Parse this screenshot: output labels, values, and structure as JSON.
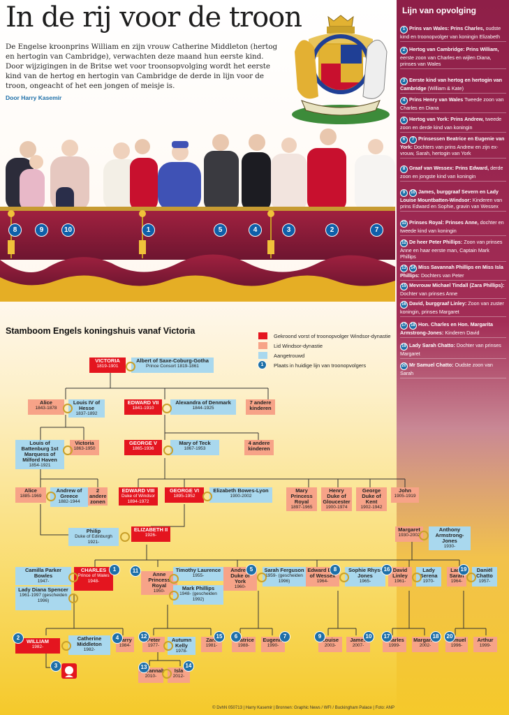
{
  "title": "In de rij voor de troon",
  "intro": "De Engelse kroonprins William en zijn vrouw Catherine Middleton (hertog en hertogin van Cambridge), verwachten deze maand hun eerste kind. Door wijzigingen in de Britse wet voor troonsopvolging wordt het eerste kind van de hertog en hertogin van Cambridge de derde in lijn voor de troon, ongeacht of het een jongen of meisje is.",
  "author": "Door Harry Kasemir",
  "photo_numbers": [
    "8",
    "9",
    "10",
    "1",
    "5",
    "4",
    "3",
    "2",
    "7"
  ],
  "sidebar": {
    "title": "Lijn van opvolging",
    "items": [
      {
        "n": "1",
        "name": "Prins van Wales: Prins Charles,",
        "desc": "oudste kind en troonopvolger van koningin Elizabeth"
      },
      {
        "n": "2",
        "name": "Hertog van Cambridge: Prins William,",
        "desc": "eerste zoon van Charles en wijlen Diana, prinses van Wales"
      },
      {
        "n": "3",
        "name": "Eerste kind van hertog en hertogin van Cambridge",
        "desc": "(William & Kate)"
      },
      {
        "n": "4",
        "name": "Prins Henry van Wales",
        "desc": "Tweede zoon van Charles en Diana"
      },
      {
        "n": "5",
        "name": "Hertog van York: Prins Andrew,",
        "desc": "tweede zoon en derde kind van koningin"
      },
      {
        "n": "6 7",
        "name": "Prinsessen Beatrice en Eugenie van York:",
        "desc": "Dochters van prins Andrew en zijn ex-vrouw, Sarah, hertogin van York"
      },
      {
        "n": "8",
        "name": "Graaf van Wessex: Prins Edward,",
        "desc": "derde zoon en jongste kind van koningin"
      },
      {
        "n": "9 10",
        "name": "James, burggraaf Severn en Lady Louise Mountbatten-Windsor:",
        "desc": "Kinderen van prins Edward en Sophie, gravin van Wessex"
      },
      {
        "n": "11",
        "name": "Prinses Royal: Prinses Anne,",
        "desc": "dochter en tweede kind van koningin"
      },
      {
        "n": "12",
        "name": "De heer Peter Phillips:",
        "desc": "Zoon van prinses Anne en haar eerste man, Captain Mark Phillips"
      },
      {
        "n": "13 14",
        "name": "Miss Savannah Phillips en Miss Isla Phillips:",
        "desc": "Dochters van Peter"
      },
      {
        "n": "15",
        "name": "Mevrouw Michael Tindall (Zara Phillips):",
        "desc": "Dochter van prinses Anne"
      },
      {
        "n": "16",
        "name": "David, burggraaf Linley:",
        "desc": "Zoon van zuster koningin, prinses Margaret"
      },
      {
        "n": "17 18",
        "name": "Hon. Charles en Hon. Margarita Armstrong-Jones:",
        "desc": "Kinderen David"
      },
      {
        "n": "19",
        "name": "Lady Sarah Chatto:",
        "desc": "Dochter van prinses Margaret"
      },
      {
        "n": "20",
        "name": "Mr Samuel Chatto:",
        "desc": "Oudste zoon van Sarah"
      }
    ]
  },
  "tree": {
    "title": "Stamboom Engels koningshuis vanaf Victoria",
    "legend": [
      {
        "label": "Gekroond vorst of troonopvolger Windsor-dynastie",
        "color": "#e4151f"
      },
      {
        "label": "Lid Windsor-dynastie",
        "color": "#f7a388"
      },
      {
        "label": "Aangetrouwd",
        "color": "#a9d8ee"
      },
      {
        "label": "Plaats in huidige lijn van troonopvolgers",
        "color": "#1d6fa8"
      }
    ],
    "people": [
      {
        "id": "victoria",
        "name": "VICTORIA",
        "sub": "1819-1901",
        "kind": "crown"
      },
      {
        "id": "albert",
        "name": "Albert of Saxe-Coburg-Gotha",
        "sub": "Prince Consort 1819-1861",
        "kind": "married"
      },
      {
        "id": "alice1",
        "name": "Alice",
        "sub": "1843-1878",
        "kind": "windsor"
      },
      {
        "id": "louis",
        "name": "Louis IV of Hesse",
        "sub": "1837-1892",
        "kind": "married"
      },
      {
        "id": "edward7",
        "name": "EDWARD VII",
        "sub": "1841-1910",
        "kind": "crown"
      },
      {
        "id": "alexandra",
        "name": "Alexandra of Denmark",
        "sub": "1844-1925",
        "kind": "married"
      },
      {
        "id": "7andere",
        "name": "7 andere kinderen",
        "sub": "",
        "kind": "windsor"
      },
      {
        "id": "louisb",
        "name": "Louis of Battenburg 1st Marquess of Milford Haven",
        "sub": "1854-1921",
        "kind": "married"
      },
      {
        "id": "victoria2",
        "name": "Victoria",
        "sub": "1863-1950",
        "kind": "windsor"
      },
      {
        "id": "george5",
        "name": "GEORGE V",
        "sub": "1865-1936",
        "kind": "crown"
      },
      {
        "id": "mary",
        "name": "Mary of Teck",
        "sub": "1867-1953",
        "kind": "married"
      },
      {
        "id": "4andere",
        "name": "4 andere kinderen",
        "sub": "",
        "kind": "windsor"
      },
      {
        "id": "alice2",
        "name": "Alice",
        "sub": "1885-1969",
        "kind": "windsor"
      },
      {
        "id": "andrewg",
        "name": "Andrew of Greece",
        "sub": "1882-1944",
        "kind": "married"
      },
      {
        "id": "2andere",
        "name": "2 andere zonen",
        "sub": "",
        "kind": "windsor"
      },
      {
        "id": "edward8",
        "name": "EDWARD VIII",
        "sub": "Duke of Windsor 1894-1972",
        "kind": "crown"
      },
      {
        "id": "george6",
        "name": "GEORGE VI",
        "sub": "1895-1952",
        "kind": "crown"
      },
      {
        "id": "elizbl",
        "name": "Elizabeth Bowes-Lyon",
        "sub": "1900-2002",
        "kind": "married"
      },
      {
        "id": "maryp",
        "name": "Mary Princess Royal",
        "sub": "1897-1965",
        "kind": "windsor"
      },
      {
        "id": "henry",
        "name": "Henry Duke of Gloucester",
        "sub": "1900-1974",
        "kind": "windsor"
      },
      {
        "id": "georgek",
        "name": "George Duke of Kent",
        "sub": "1902-1942",
        "kind": "windsor"
      },
      {
        "id": "john",
        "name": "John",
        "sub": "1905-1919",
        "kind": "windsor"
      },
      {
        "id": "philip",
        "name": "Philip",
        "sub": "Duke of Edinburgh 1921-",
        "kind": "married"
      },
      {
        "id": "eliz2",
        "name": "ELIZABETH II",
        "sub": "1926-",
        "kind": "crown"
      },
      {
        "id": "margaret",
        "name": "Margaret",
        "sub": "1930-2002",
        "kind": "windsor"
      },
      {
        "id": "anthony",
        "name": "Anthony Armstrong-Jones",
        "sub": "1930-",
        "kind": "married"
      },
      {
        "id": "camilla",
        "name": "Camilla Parker Bowles",
        "sub": "1947-",
        "kind": "married"
      },
      {
        "id": "charles",
        "name": "CHARLES",
        "sub": "Prince of Wales 1948-",
        "kind": "crown"
      },
      {
        "id": "diana",
        "name": "Lady Diana Spencer",
        "sub": "1961-1997 (gescheiden 1996)",
        "kind": "married"
      },
      {
        "id": "anne",
        "name": "Anne Princess Royal",
        "sub": "1950-",
        "kind": "windsor"
      },
      {
        "id": "timothy",
        "name": "Timothy Laurence",
        "sub": "1955-",
        "kind": "married"
      },
      {
        "id": "markp",
        "name": "Mark Phillips",
        "sub": "1948- (gescheiden 1992)",
        "kind": "married"
      },
      {
        "id": "andrew",
        "name": "Andrew Duke of York",
        "sub": "1960-",
        "kind": "windsor"
      },
      {
        "id": "sarah",
        "name": "Sarah Ferguson",
        "sub": "1959- (gescheiden 1996)",
        "kind": "married"
      },
      {
        "id": "edward",
        "name": "Edward Earl of Wessex",
        "sub": "1964-",
        "kind": "windsor"
      },
      {
        "id": "sophie",
        "name": "Sophie Rhys-Jones",
        "sub": "1965-",
        "kind": "married"
      },
      {
        "id": "david",
        "name": "David Linley",
        "sub": "1961-",
        "kind": "windsor"
      },
      {
        "id": "serena",
        "name": "Lady Serena",
        "sub": "1970-",
        "kind": "married"
      },
      {
        "id": "ladysarah",
        "name": "Lady Sarah",
        "sub": "1964-",
        "kind": "windsor"
      },
      {
        "id": "daniel",
        "name": "Daniël Chatto",
        "sub": "1957-",
        "kind": "married"
      },
      {
        "id": "william",
        "name": "WILLIAM",
        "sub": "1982-",
        "kind": "crown"
      },
      {
        "id": "catherine",
        "name": "Catherine Middleton",
        "sub": "1982-",
        "kind": "married"
      },
      {
        "id": "harry",
        "name": "Harry",
        "sub": "1984-",
        "kind": "windsor"
      },
      {
        "id": "peter",
        "name": "Peter",
        "sub": "1977-",
        "kind": "windsor"
      },
      {
        "id": "autumn",
        "name": "Autumn Kelly",
        "sub": "1978-",
        "kind": "married"
      },
      {
        "id": "zara",
        "name": "Zara",
        "sub": "1981-",
        "kind": "windsor"
      },
      {
        "id": "beatrice",
        "name": "Beatrice",
        "sub": "1988-",
        "kind": "windsor"
      },
      {
        "id": "eugenie",
        "name": "Eugenie",
        "sub": "1990-",
        "kind": "windsor"
      },
      {
        "id": "louise",
        "name": "Louise",
        "sub": "2003-",
        "kind": "windsor"
      },
      {
        "id": "james",
        "name": "James",
        "sub": "2007-",
        "kind": "windsor"
      },
      {
        "id": "charlesaj",
        "name": "Charles",
        "sub": "1999-",
        "kind": "windsor"
      },
      {
        "id": "margarita",
        "name": "Margarita",
        "sub": "2002-",
        "kind": "windsor"
      },
      {
        "id": "samuel",
        "name": "Samuel",
        "sub": "1996-",
        "kind": "windsor"
      },
      {
        "id": "arthur",
        "name": "Arthur",
        "sub": "1999-",
        "kind": "windsor"
      },
      {
        "id": "savannah",
        "name": "Savannah",
        "sub": "2010-",
        "kind": "windsor"
      },
      {
        "id": "isla",
        "name": "Isla",
        "sub": "2012-",
        "kind": "windsor"
      }
    ],
    "tree_numbers": [
      "1",
      "11",
      "5",
      "8",
      "16",
      "19",
      "2",
      "4",
      "12",
      "15",
      "6",
      "7",
      "9",
      "10",
      "17",
      "18",
      "20",
      "13",
      "14",
      "3"
    ]
  },
  "footer": "© DvhN 050713 | Harry Kasemir | Bronnen: Graphic News / WFI / Buckingham Palace | Foto: ANP",
  "colors": {
    "crown": "#e4151f",
    "windsor": "#f7a388",
    "married": "#a9d8ee",
    "number": "#1d6fa8",
    "sidebar": "#8e1f48",
    "curtain": "#8b1c3a"
  }
}
